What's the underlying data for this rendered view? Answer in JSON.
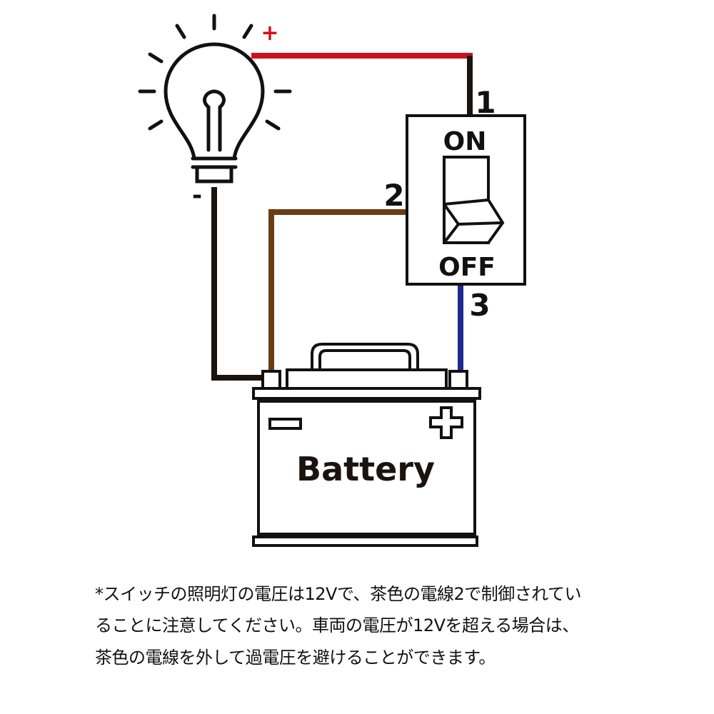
{
  "diagram": {
    "bulb": {
      "plus_label": "+",
      "minus_label": "-"
    },
    "switch": {
      "on_label": "ON",
      "off_label": "OFF"
    },
    "terminals": {
      "t1": "1",
      "t2": "2",
      "t3": "3"
    },
    "battery": {
      "label": "Battery"
    },
    "wire_colors": {
      "red": "#d0101e",
      "black": "#1a1310",
      "brown": "#6b3d12",
      "blue": "#1e2a8c"
    }
  },
  "note": {
    "lines": [
      "*スイッチの照明灯の電圧は12Vで、茶色の電線2で制御されてい",
      "ることに注意してください。車両の電圧が12Vを超える場合は、",
      "茶色の電線を外して過電圧を避けることができます。"
    ]
  }
}
